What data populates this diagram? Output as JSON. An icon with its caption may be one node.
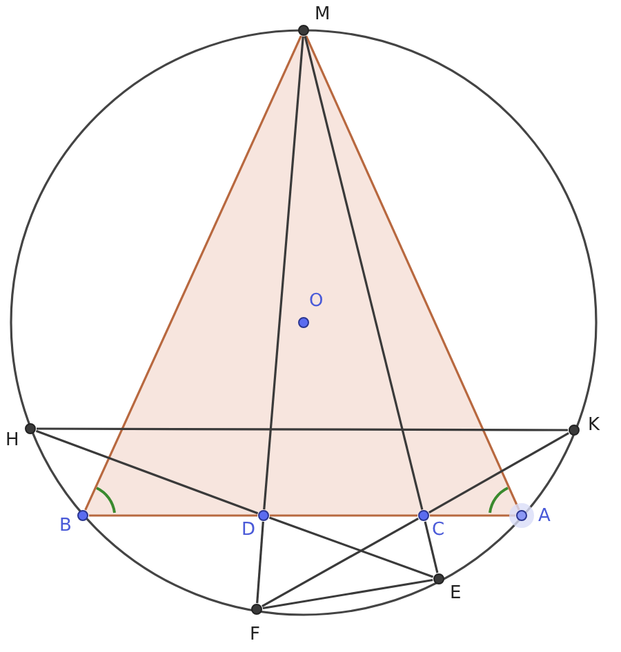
{
  "diagram": {
    "nodes": [
      {
        "text": [],
        "shape": "circle",
        "beside": [
          "M"
        ]
      },
      {
        "text": [],
        "shape": "circle",
        "beside": [
          "O"
        ]
      },
      {
        "text": [],
        "shape": "circle",
        "beside": [
          "H"
        ]
      },
      {
        "text": [],
        "shape": "circle",
        "beside": [
          "K"
        ]
      },
      {
        "text": [],
        "shape": "circle",
        "beside": [
          "B"
        ]
      },
      {
        "text": [],
        "shape": "circle",
        "beside": [
          "D"
        ]
      },
      {
        "text": [],
        "shape": "circle",
        "beside": [
          "C"
        ]
      },
      {
        "text": [],
        "shape": "circle",
        "beside": [
          "A"
        ]
      },
      {
        "text": [],
        "shape": "circle",
        "beside": [
          "E"
        ]
      },
      {
        "text": [],
        "shape": "circle",
        "beside": [
          "F"
        ]
      }
    ],
    "edges": [
      {
        "from": 0,
        "to": 4,
        "arrow": "none",
        "color": "#b8683f"
      },
      {
        "from": 0,
        "to": 7,
        "arrow": "none",
        "color": "#b8683f"
      },
      {
        "from": 4,
        "to": 5,
        "arrow": "none",
        "color": "#b8683f"
      },
      {
        "from": 5,
        "to": 6,
        "arrow": "none",
        "color": "#b8683f"
      },
      {
        "from": 6,
        "to": 7,
        "arrow": "none",
        "color": "#b8683f"
      },
      {
        "from": 0,
        "to": 5,
        "arrow": "none"
      },
      {
        "from": 5,
        "to": 9,
        "arrow": "none"
      },
      {
        "from": 0,
        "to": 6,
        "arrow": "none"
      },
      {
        "from": 6,
        "to": 8,
        "arrow": "none"
      },
      {
        "from": 2,
        "to": 3,
        "arrow": "none"
      },
      {
        "from": 2,
        "to": 5,
        "arrow": "none"
      },
      {
        "from": 5,
        "to": 8,
        "arrow": "none"
      },
      {
        "from": 3,
        "to": 6,
        "arrow": "none"
      },
      {
        "from": 6,
        "to": 9,
        "arrow": "none"
      },
      {
        "from": 9,
        "to": 8,
        "arrow": "none"
      }
    ]
  }
}
